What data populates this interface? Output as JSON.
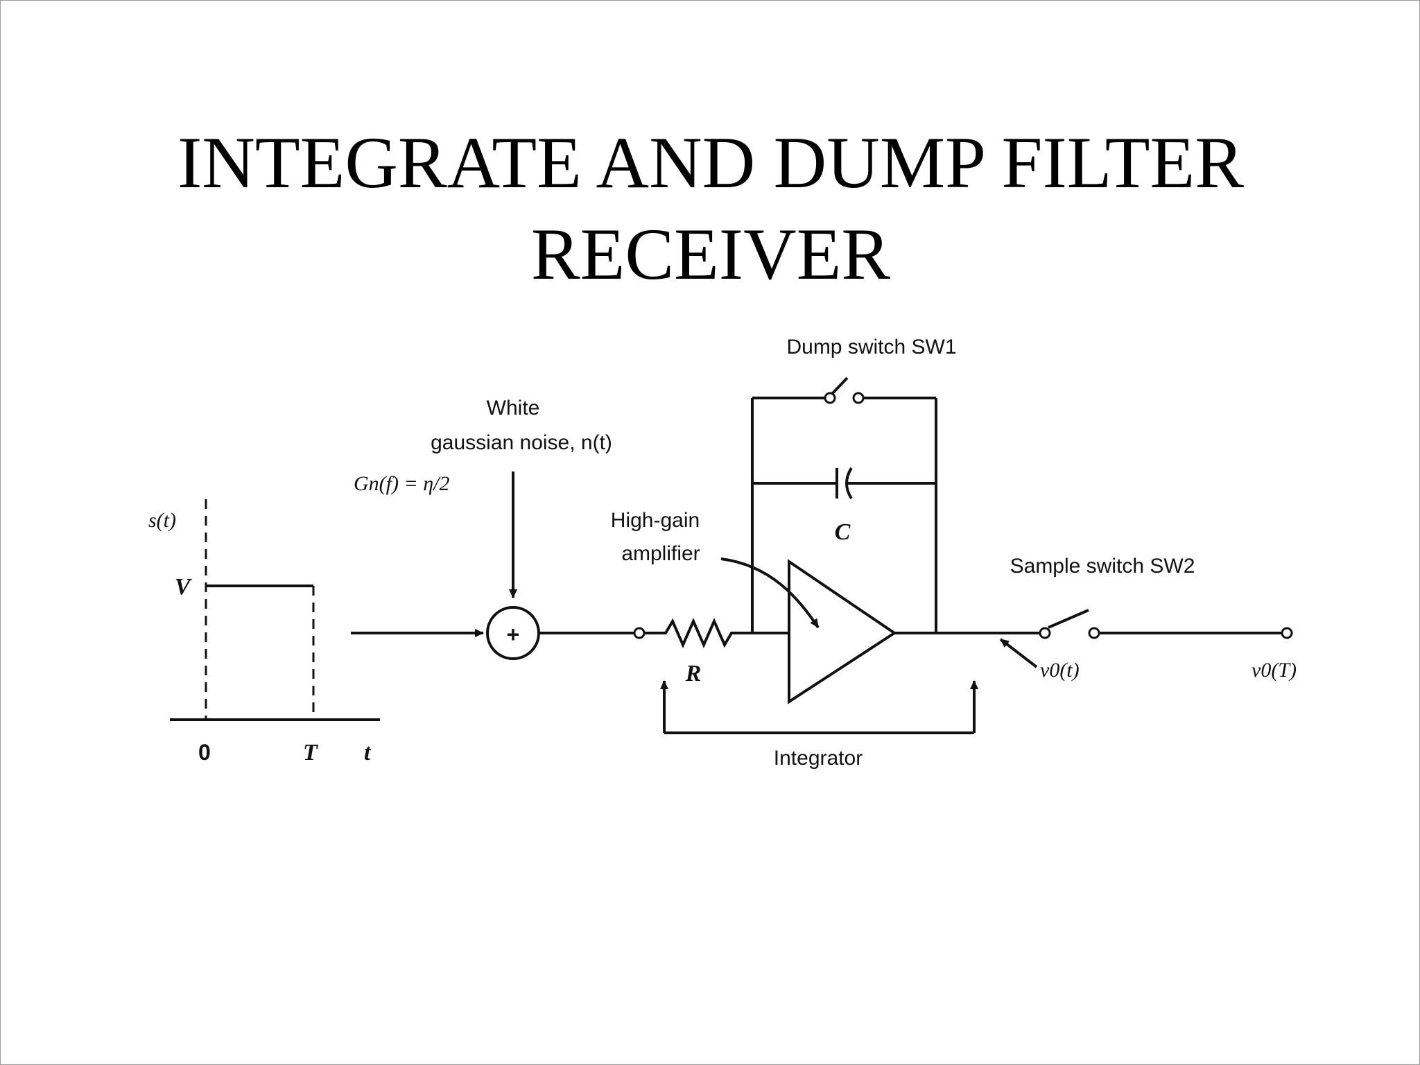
{
  "title": {
    "line1": "INTEGRATE AND DUMP FILTER",
    "line2": "RECEIVER"
  },
  "diagram": {
    "signal": {
      "axis_label": "s(t)",
      "level_label": "V",
      "origin_label": "0",
      "period_label": "T",
      "time_label": "t"
    },
    "noise": {
      "line1": "White",
      "line2": "gaussian noise, n(t)",
      "psd": "Gn(f) = η/2"
    },
    "adder_symbol": "+",
    "resistor_label": "R",
    "capacitor_label": "C",
    "amplifier_line1": "High-gain",
    "amplifier_line2": "amplifier",
    "dump_switch": "Dump switch SW1",
    "sample_switch": "Sample switch SW2",
    "integrator_label": "Integrator",
    "output_t": "v0(t)",
    "output_T": "v0(T)"
  }
}
